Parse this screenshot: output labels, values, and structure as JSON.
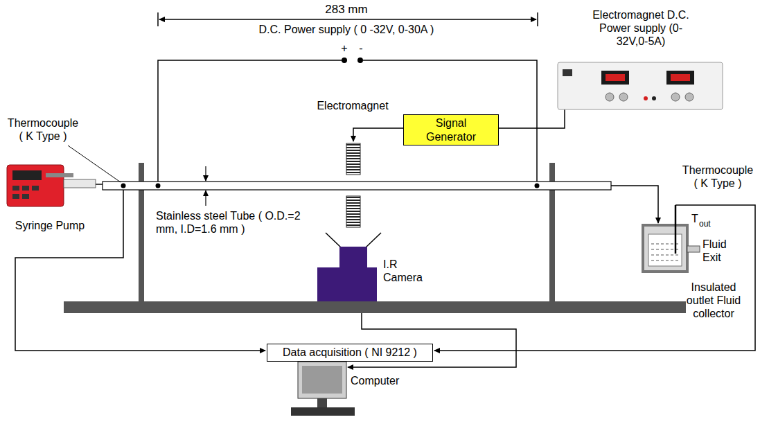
{
  "diagram": {
    "nodes": [
      {
        "text": [
          "Signal Generator"
        ]
      },
      {
        "text": [
          "Data acquisition ( NI 9212 )"
        ]
      }
    ],
    "labels": [
      "283 mm",
      "D.C. Power supply ( 0 -32V, 0-30A )",
      "+",
      "-",
      "Electromagnet D.C. Power supply (0-32V,0-5A)",
      "Thermocouple ( K Type )",
      "Electromagnet",
      "Stainless steel Tube ( O.D.=2 mm, I.D=1.6 mm )",
      "Syringe Pump",
      "I.R Camera",
      "Thermocouple ( K Type )",
      "T",
      "out",
      "Fluid Exit",
      "Insulated outlet Fluid collector",
      "Computer"
    ]
  }
}
